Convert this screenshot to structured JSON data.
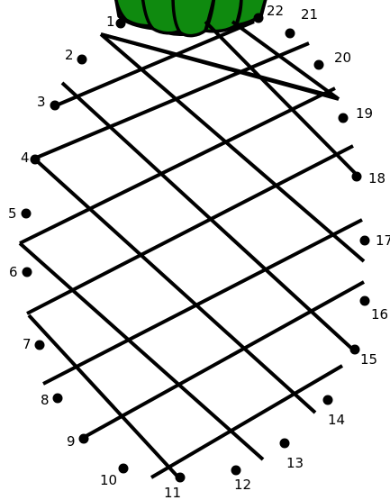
{
  "puzzle": {
    "type": "connect-the-dots",
    "subject_colors": {
      "leaf": "#0f8a0f",
      "ink": "#000000",
      "background": "#ffffff"
    },
    "dots": [
      {
        "n": 1,
        "label": "1"
      },
      {
        "n": 2,
        "label": "2"
      },
      {
        "n": 3,
        "label": "3"
      },
      {
        "n": 4,
        "label": "4"
      },
      {
        "n": 5,
        "label": "5"
      },
      {
        "n": 6,
        "label": "6"
      },
      {
        "n": 7,
        "label": "7"
      },
      {
        "n": 8,
        "label": "8"
      },
      {
        "n": 9,
        "label": "9"
      },
      {
        "n": 10,
        "label": "10"
      },
      {
        "n": 11,
        "label": "11"
      },
      {
        "n": 12,
        "label": "12"
      },
      {
        "n": 13,
        "label": "13"
      },
      {
        "n": 14,
        "label": "14"
      },
      {
        "n": 15,
        "label": "15"
      },
      {
        "n": 16,
        "label": "16"
      },
      {
        "n": 17,
        "label": "17"
      },
      {
        "n": 18,
        "label": "18"
      },
      {
        "n": 19,
        "label": "19"
      },
      {
        "n": 20,
        "label": "20"
      },
      {
        "n": 21,
        "label": "21"
      },
      {
        "n": 22,
        "label": "22"
      }
    ]
  }
}
